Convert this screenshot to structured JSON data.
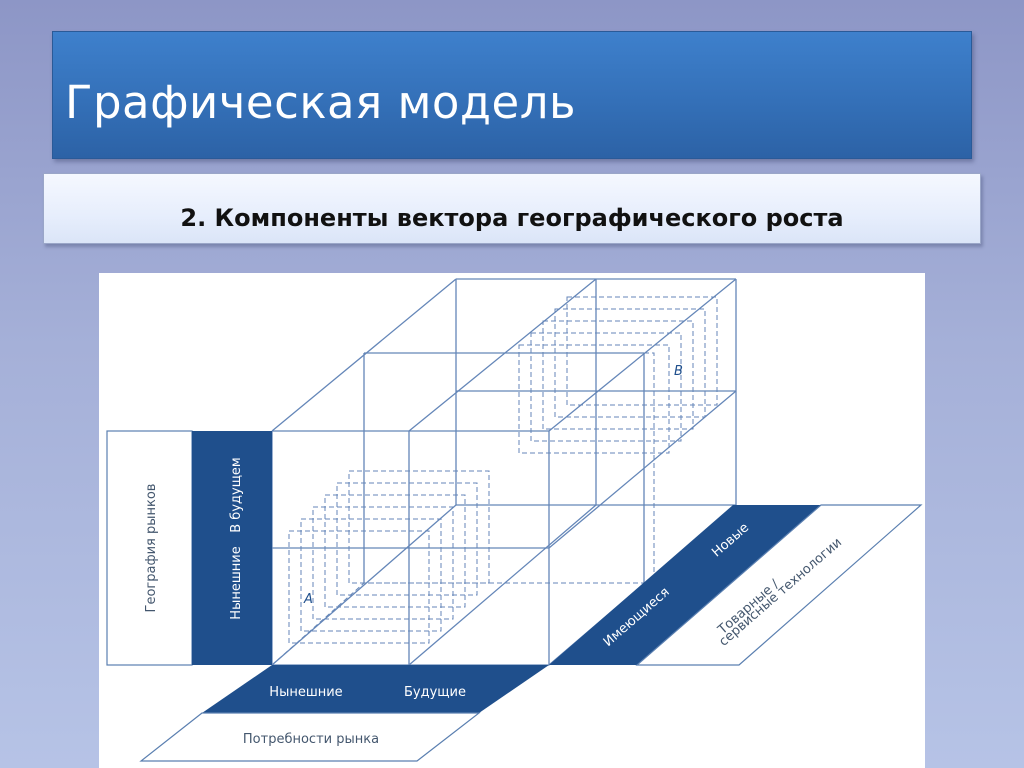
{
  "slide": {
    "title": "Графическая модель",
    "subtitle": "2. Компоненты вектора географического роста"
  },
  "diagram": {
    "axis_geography": {
      "title": "География рынков",
      "options": [
        "Нынешние",
        "В будущем"
      ]
    },
    "axis_needs": {
      "title": "Потребности рынка",
      "options": [
        "Нынешние",
        "Будущие"
      ]
    },
    "axis_technology": {
      "title_line1": "Товарные /",
      "title_line2": "сервисные технологии",
      "options": [
        "Имеющиеся",
        "Новые"
      ]
    },
    "point_a": "А",
    "point_b": "В",
    "colors": {
      "accent": "#1f4f8c",
      "line": "#5a7fb0",
      "title_bar": "#3470b8"
    }
  }
}
